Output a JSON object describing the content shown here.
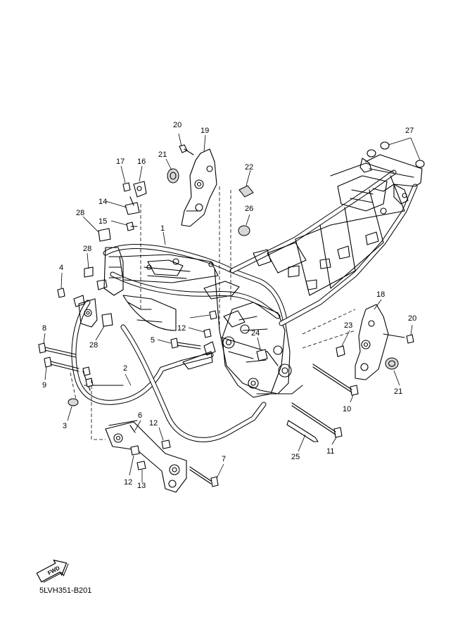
{
  "document_code": "5LVH351-B201",
  "fwd_badge": "FWD",
  "callouts": [
    {
      "id": "c1",
      "label": "1"
    },
    {
      "id": "c2",
      "label": "2"
    },
    {
      "id": "c3",
      "label": "3"
    },
    {
      "id": "c4",
      "label": "4"
    },
    {
      "id": "c5",
      "label": "5"
    },
    {
      "id": "c6",
      "label": "6"
    },
    {
      "id": "c7",
      "label": "7"
    },
    {
      "id": "c8",
      "label": "8"
    },
    {
      "id": "c9",
      "label": "9"
    },
    {
      "id": "c10",
      "label": "10"
    },
    {
      "id": "c11",
      "label": "11"
    },
    {
      "id": "c12a",
      "label": "12"
    },
    {
      "id": "c12b",
      "label": "12"
    },
    {
      "id": "c12c",
      "label": "12"
    },
    {
      "id": "c13",
      "label": "13"
    },
    {
      "id": "c14",
      "label": "14"
    },
    {
      "id": "c15",
      "label": "15"
    },
    {
      "id": "c16",
      "label": "16"
    },
    {
      "id": "c17",
      "label": "17"
    },
    {
      "id": "c18",
      "label": "18"
    },
    {
      "id": "c19",
      "label": "19"
    },
    {
      "id": "c20a",
      "label": "20"
    },
    {
      "id": "c20b",
      "label": "20"
    },
    {
      "id": "c21a",
      "label": "21"
    },
    {
      "id": "c21b",
      "label": "21"
    },
    {
      "id": "c22",
      "label": "22"
    },
    {
      "id": "c23",
      "label": "23"
    },
    {
      "id": "c24",
      "label": "24"
    },
    {
      "id": "c25",
      "label": "25"
    },
    {
      "id": "c26",
      "label": "26"
    },
    {
      "id": "c27",
      "label": "27"
    },
    {
      "id": "c28a",
      "label": "28"
    },
    {
      "id": "c28b",
      "label": "28"
    },
    {
      "id": "c28c",
      "label": "28"
    }
  ]
}
